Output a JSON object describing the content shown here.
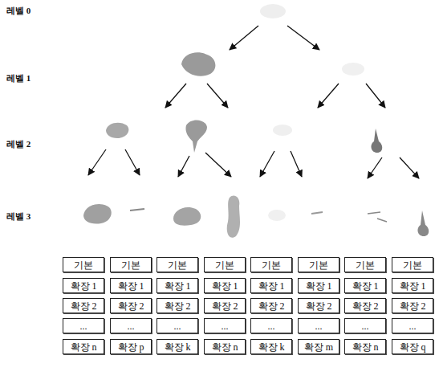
{
  "diagram": {
    "nodes": [
      {
        "text": [
          "기본"
        ]
      },
      {
        "text": [
          "확장 1"
        ]
      },
      {
        "text": [
          "확장 2"
        ]
      },
      {
        "text": [
          "..."
        ]
      },
      {
        "text": [
          "확장 n"
        ]
      },
      {
        "text": [
          "기본"
        ]
      },
      {
        "text": [
          "확장 1"
        ]
      },
      {
        "text": [
          "확장 2"
        ]
      },
      {
        "text": [
          "..."
        ]
      },
      {
        "text": [
          "확장 p"
        ]
      },
      {
        "text": [
          "기본"
        ]
      },
      {
        "text": [
          "확장 1"
        ]
      },
      {
        "text": [
          "확장 2"
        ]
      },
      {
        "text": [
          "..."
        ]
      },
      {
        "text": [
          "확장 k"
        ]
      },
      {
        "text": [
          "기본"
        ]
      },
      {
        "text": [
          "확장 1"
        ]
      },
      {
        "text": [
          "확장 2"
        ]
      },
      {
        "text": [
          "..."
        ]
      },
      {
        "text": [
          "확장 n"
        ]
      },
      {
        "text": [
          "기본"
        ]
      },
      {
        "text": [
          "확장 1"
        ]
      },
      {
        "text": [
          "확장 2"
        ]
      },
      {
        "text": [
          "..."
        ]
      },
      {
        "text": [
          "확장 k"
        ]
      },
      {
        "text": [
          "기본"
        ]
      },
      {
        "text": [
          "확장 1"
        ]
      },
      {
        "text": [
          "확장 2"
        ]
      },
      {
        "text": [
          "..."
        ]
      },
      {
        "text": [
          "확장 m"
        ]
      },
      {
        "text": [
          "기본"
        ]
      },
      {
        "text": [
          "확장 1"
        ]
      },
      {
        "text": [
          "확장 2"
        ]
      },
      {
        "text": [
          "..."
        ]
      },
      {
        "text": [
          "확장 n"
        ]
      },
      {
        "text": [
          "기본"
        ]
      },
      {
        "text": [
          "확장 1"
        ]
      },
      {
        "text": [
          "확장 2"
        ]
      },
      {
        "text": [
          "..."
        ]
      },
      {
        "text": [
          "확장 q"
        ]
      }
    ],
    "labels": [
      "레벨 0",
      "레벨 1",
      "레벨 2",
      "레벨 3"
    ]
  }
}
